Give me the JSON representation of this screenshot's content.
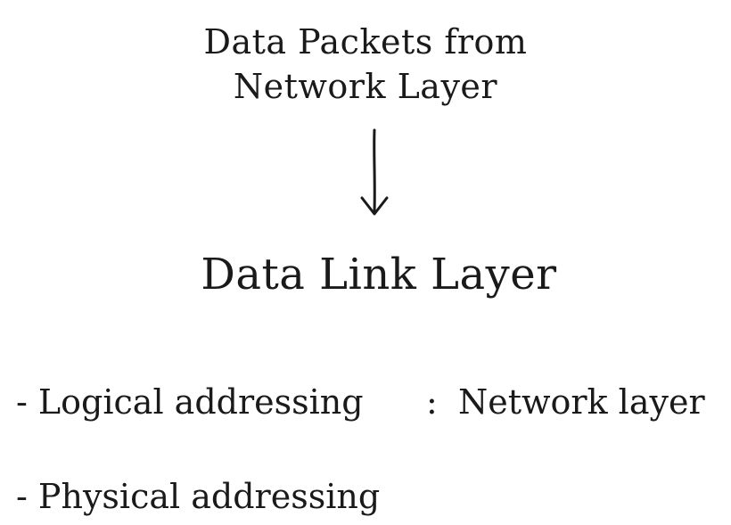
{
  "source": {
    "line1": "Data Packets from",
    "line2": "Network Layer"
  },
  "layer": {
    "title": "Data Link Layer"
  },
  "responsibilities": [
    {
      "prefix": "- ",
      "name": "Logical addressing",
      "separator": ":",
      "handled_by": "Network layer"
    },
    {
      "prefix": "- ",
      "name": "Physical addressing"
    }
  ],
  "colors": {
    "text": "#1a1a1a",
    "background": "#ffffff"
  },
  "icons": {
    "flow_arrow": "down-arrow-icon"
  }
}
